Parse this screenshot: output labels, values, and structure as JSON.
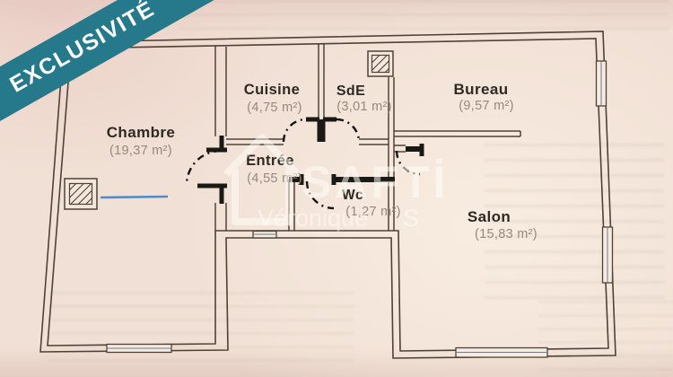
{
  "banner": {
    "label": "EXCLUSIVITÉ",
    "color": "#26798b"
  },
  "plan": {
    "rooms": [
      {
        "name": "Chambre",
        "area": "(19,37 m²)"
      },
      {
        "name": "Cuisine",
        "area": "(4,75 m²)"
      },
      {
        "name": "SdE",
        "area": "(3,01 m²)"
      },
      {
        "name": "Bureau",
        "area": "(9,57 m²)"
      },
      {
        "name": "Entrée",
        "area": "(4,55 m²)"
      },
      {
        "name": "Wc",
        "area": "(1,27 m²)"
      },
      {
        "name": "Salon",
        "area": "(15,83 m²)"
      }
    ],
    "wall_color": "#4e4237",
    "annotation_line_color": "#3d7ac0",
    "icons": [
      "duct-hatch-left-icon",
      "duct-hatch-top-icon"
    ]
  },
  "watermark": {
    "brand": "SAFTİ",
    "agent_first_name": "Véronique",
    "agent_name_tail": "S"
  }
}
